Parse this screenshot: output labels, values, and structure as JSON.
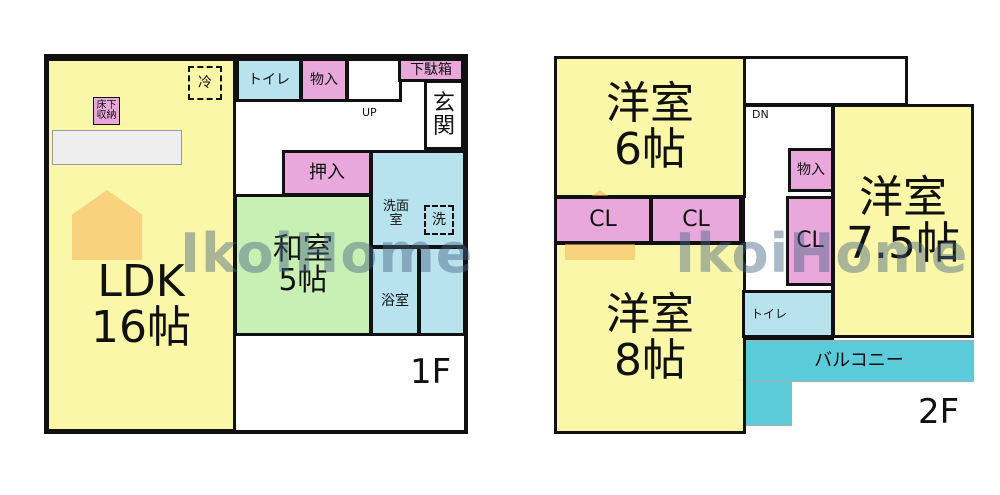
{
  "floor1": {
    "label": "1F",
    "ldk": "LDK\n16帖",
    "fridge": "冷",
    "underfloor": "床下\n収納",
    "toilet": "トイレ",
    "storage": "物入",
    "stairs": "UP",
    "shoe": "下駄箱",
    "entrance": "玄\n関",
    "closet": "押入",
    "washitsu": "和室\n5帖",
    "washroom": "洗面\n室",
    "washer": "洗",
    "bath": "浴室"
  },
  "floor2": {
    "label": "2F",
    "room6": "洋室\n6帖",
    "room8": "洋室\n8帖",
    "room75": "洋室\n7.5帖",
    "cl1": "CL",
    "cl2": "CL",
    "cl3": "CL",
    "storage": "物入",
    "toilet": "トイレ",
    "stairs": "DN",
    "balcony": "バルコニー"
  },
  "watermark": "IkoiHome",
  "colors": {
    "western": "#fbf7a8",
    "closet": "#e8a8dc",
    "water": "#b8e3ee",
    "tatami": "#c8f0b4",
    "balcony": "#5ccbd9"
  }
}
